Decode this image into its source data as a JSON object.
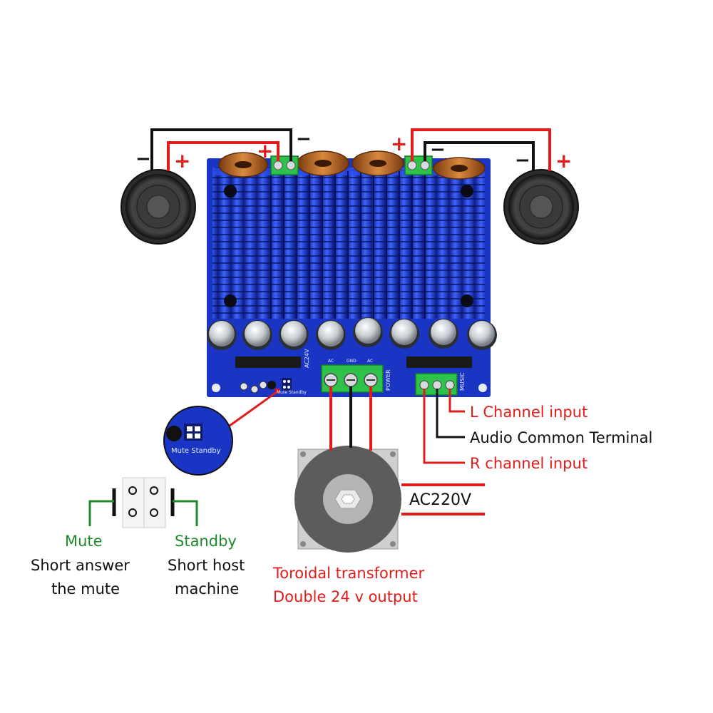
{
  "signs": {
    "plus": "+",
    "minus": "−"
  },
  "board": {
    "silk_ac24v": "AC24V",
    "silk_power": "POWER",
    "silk_music": "MUSIC",
    "silk_ac1": "AC",
    "silk_gnd": "GND",
    "silk_ac2": "AC",
    "silk_mute_standby": "Mute Standby"
  },
  "zoom": {
    "label": "Mute Standby"
  },
  "inputs": {
    "l_channel": "L Channel input",
    "common": "Audio Common Terminal",
    "r_channel": "R channel input"
  },
  "power": {
    "ac220": "AC220V"
  },
  "transformer": {
    "line1": "Toroidal transformer",
    "line2": "Double 24 v output"
  },
  "jumper": {
    "mute_title": "Mute",
    "mute_desc_1": "Short answer",
    "mute_desc_2": "the mute",
    "standby_title": "Standby",
    "standby_desc_1": "Short host",
    "standby_desc_2": "machine"
  },
  "colors": {
    "wire_red": "#e21b1b",
    "wire_black": "#111111",
    "heatsink_blue": "#1f3fd6",
    "label_green": "#1f8a2c"
  }
}
